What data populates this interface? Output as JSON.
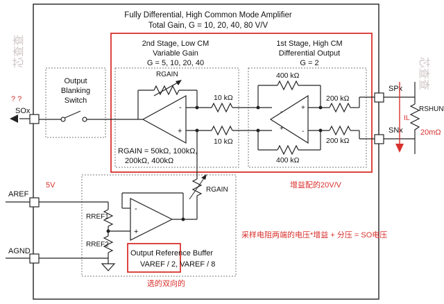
{
  "header": {
    "title_line1": "Fully Differential, High Common Mode Amplifier",
    "title_line2": "Total Gain, G = 10, 20, 40, 80 V/V"
  },
  "stage1": {
    "title_line1": "1st Stage, High CM",
    "title_line2": "Differential Output",
    "gain": "G = 2"
  },
  "stage2": {
    "title_line1": "2nd Stage, Low CM",
    "title_line2": "Variable Gain",
    "gain": "G = 5, 10, 20, 40",
    "rgain_values_line1": "RGAIN = 50kΩ, 100kΩ,",
    "rgain_values_line2": "200kΩ, 400kΩ"
  },
  "blanking": {
    "line1": "Output",
    "line2": "Blanking",
    "line3": "Switch"
  },
  "resistors": {
    "r_400k_top": "400 kΩ",
    "r_400k_bottom": "400 kΩ",
    "r_200k_top": "200 kΩ",
    "r_200k_bottom": "200 kΩ",
    "r_10k_top": "10 kΩ",
    "r_10k_bottom": "10 kΩ",
    "rgain_top": "RGAIN",
    "rgain_ref": "RGAIN",
    "rref1": "RREF1",
    "rref2": "RREF2",
    "rshunt": "RSHUNT",
    "rshunt_value": "20mΩ"
  },
  "pins": {
    "sox": "SOx",
    "spx": "SPx",
    "snx": "SNx",
    "aref": "AREF",
    "agnd": "AGND",
    "il": "IL"
  },
  "ref_buffer": {
    "line1": "Output Reference Buffer",
    "line2": "VAREF / 2, VAREF / 8"
  },
  "annotations": {
    "question": "? ?",
    "aref_voltage": "5V",
    "gain_note": "增益配的20V/V",
    "formula_note": "采样电阻两端的电压*增益 + 分压 = SO电压",
    "bidirectional_note": "选的双向的",
    "watermark_left": "芯查查",
    "watermark_right": "芯查查"
  },
  "colors": {
    "annotation_red": "#d8312d",
    "wire": "#222222",
    "box_dashed": "#777777"
  }
}
